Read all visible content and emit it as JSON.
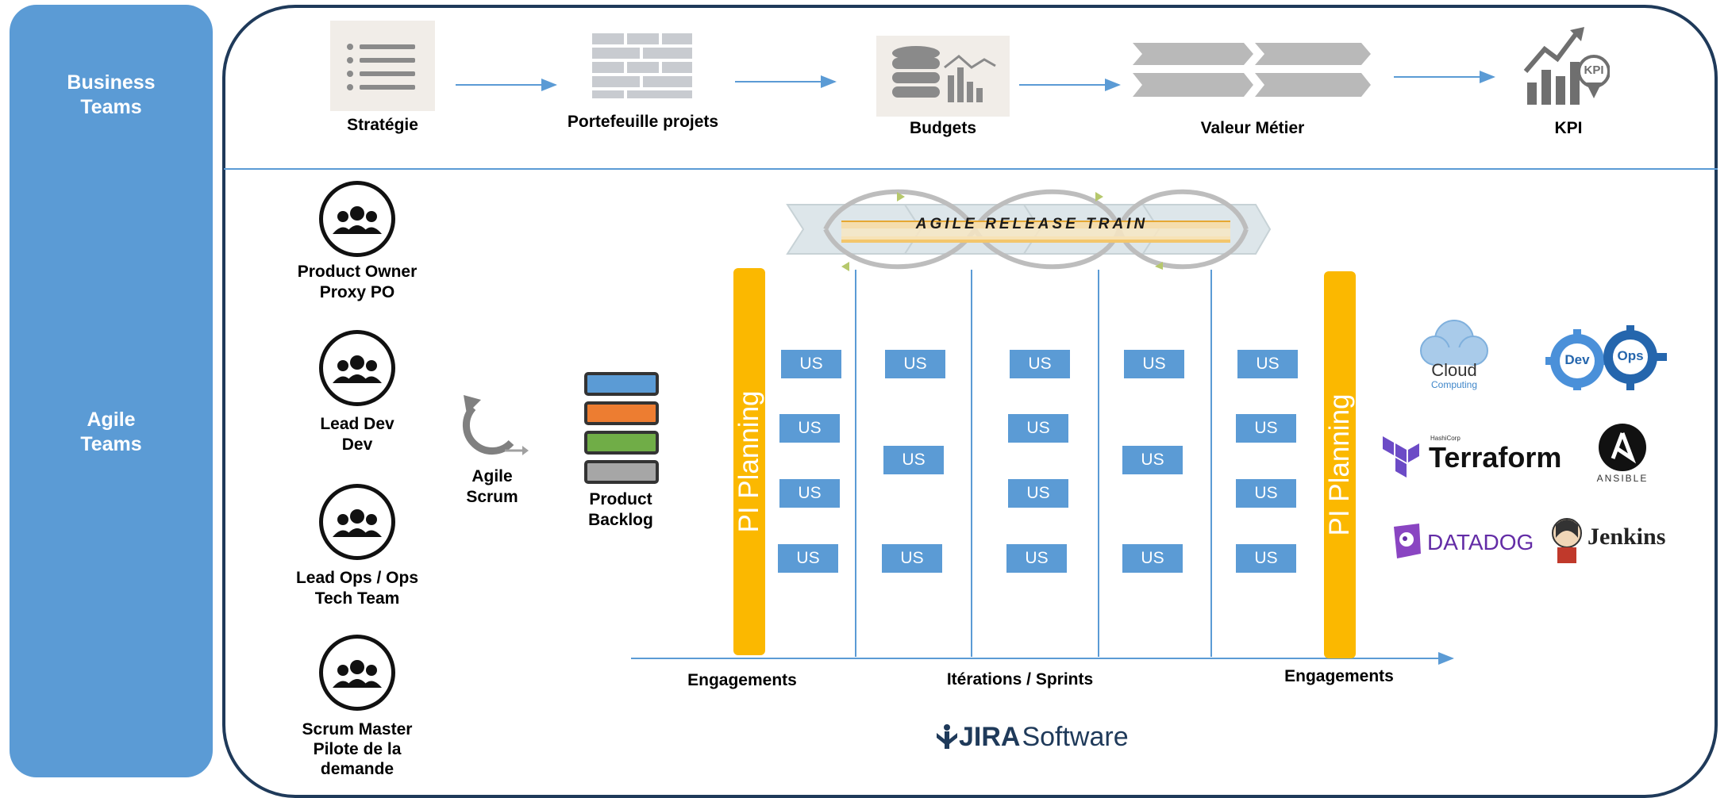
{
  "sidebar": {
    "business_label": "Business\nTeams",
    "agile_label": "Agile\nTeams",
    "color": "#5b9bd5"
  },
  "business_flow": {
    "steps": [
      "Stratégie",
      "Portefeuille projets",
      "Budgets",
      "Valeur Métier",
      "KPI"
    ],
    "kpi_badge": "KPI"
  },
  "roles": [
    "Product Owner\nProxy PO",
    "Lead Dev\nDev",
    "Lead Ops / Ops\nTech Team",
    "Scrum Master\nPilote de la\ndemande"
  ],
  "scrum_label": "Agile\nScrum",
  "backlog": {
    "label": "Product\nBacklog",
    "colors": [
      "#5b9bd5",
      "#ed7d31",
      "#70ad47",
      "#a6a6a6"
    ]
  },
  "art_banner": "AGILE RELEASE TRAIN",
  "pi_planning_label": "PI Planning",
  "us_label": "US",
  "timeline": {
    "left": "Engagements",
    "middle": "Itérations / Sprints",
    "right": "Engagements"
  },
  "jira": {
    "brand": "JIRA",
    "suffix": " Software"
  },
  "tools": {
    "cloud_title": "Cloud",
    "cloud_sub": "Computing",
    "dev": "Dev",
    "ops": "Ops",
    "terraform_small": "HashiCorp",
    "terraform": "Terraform",
    "ansible": "ANSIBLE",
    "datadog": "DATADOG",
    "jenkins": "Jenkins"
  },
  "colors": {
    "accent": "#5b9bd5",
    "pi_yellow": "#fbb800",
    "frame": "#1f3a5a"
  }
}
